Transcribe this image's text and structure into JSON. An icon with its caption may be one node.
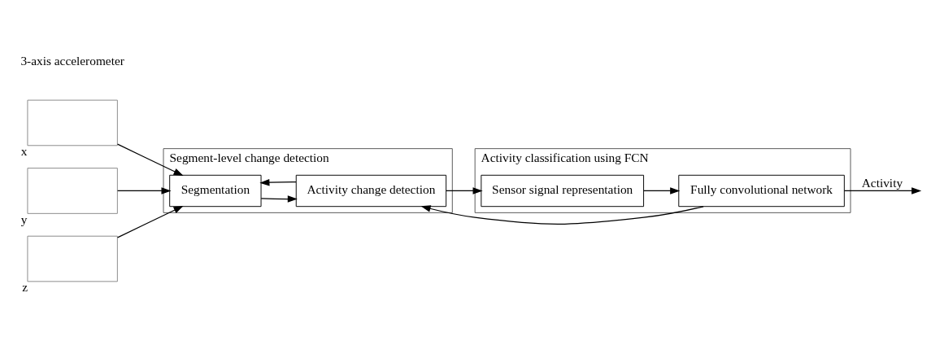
{
  "diagram": {
    "nodes": [
      {
        "text": [],
        "shape": "box",
        "beside": [
          "x"
        ]
      },
      {
        "text": [],
        "shape": "box",
        "beside": [
          "y"
        ]
      },
      {
        "text": [],
        "shape": "box",
        "beside": [
          "z"
        ]
      },
      {
        "text": [
          "Segment-level change detection"
        ]
      },
      {
        "text": [
          "Segmentation"
        ],
        "in": 3
      },
      {
        "text": [
          "Activity change detection"
        ],
        "in": 3
      },
      {
        "text": [
          "Activity classification using FCN"
        ]
      },
      {
        "text": [
          "Sensor signal representation"
        ],
        "in": 6
      },
      {
        "text": [
          "Fully convolutional network"
        ],
        "in": 6
      }
    ],
    "edges": [
      {
        "from": 0,
        "to": 4,
        "arrow": "to"
      },
      {
        "from": 1,
        "to": 4,
        "arrow": "to"
      },
      {
        "from": 2,
        "to": 4,
        "arrow": "to"
      },
      {
        "from": 4,
        "to": 5,
        "arrow": "to"
      },
      {
        "from": 5,
        "to": 4,
        "arrow": "to"
      },
      {
        "from": 5,
        "to": 7,
        "arrow": "to"
      },
      {
        "from": 7,
        "to": 8,
        "arrow": "to"
      },
      {
        "from": 8,
        "to": null,
        "arrow": "to",
        "label": "Activity"
      },
      {
        "from": 8,
        "to": 5,
        "arrow": "to"
      }
    ],
    "labels": [
      "3-axis accelerometer"
    ]
  }
}
